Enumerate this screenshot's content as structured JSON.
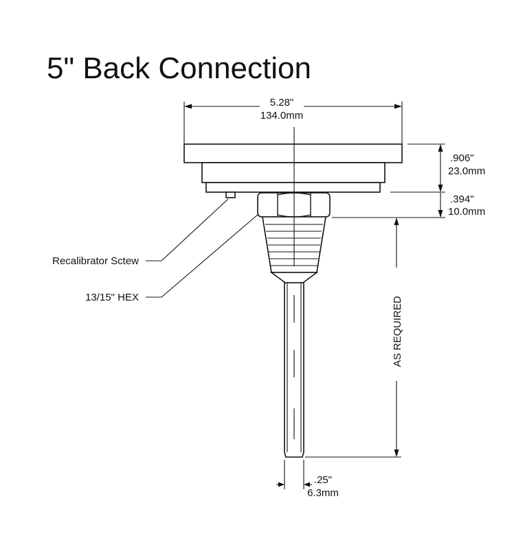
{
  "title": "5\" Back Connection",
  "dimensions": {
    "case_width_in": "5.28\"",
    "case_width_mm": "134.0mm",
    "case_depth_in": ".906\"",
    "case_depth_mm": "23.0mm",
    "hex_height_in": ".394\"",
    "hex_height_mm": "10.0mm",
    "stem_diameter_in": ".25\"",
    "stem_diameter_mm": "6.3mm",
    "stem_length": "AS REQUIRED"
  },
  "callouts": {
    "recalibrator": "Recalibrator Sctew",
    "hex": "13/15\" HEX"
  }
}
